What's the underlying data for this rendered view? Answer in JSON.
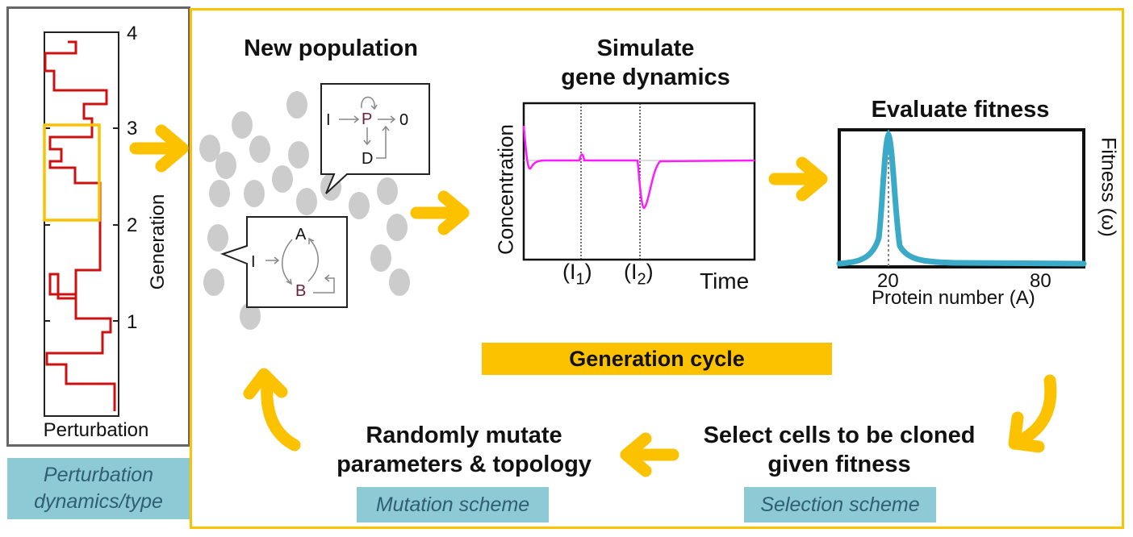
{
  "left_panel": {
    "xlabel": "Perturbation",
    "ylabel": "Generation",
    "ticks": [
      "1",
      "2",
      "3",
      "4"
    ],
    "tag": "Perturbation dynamics/type"
  },
  "population": {
    "title": "New population",
    "network1": {
      "input": "I",
      "p": "P",
      "zero": "0",
      "d": "D"
    },
    "network2": {
      "input": "I",
      "a": "A",
      "b": "B"
    }
  },
  "simulate": {
    "title_line1": "Simulate",
    "title_line2": "gene dynamics",
    "ylabel": "Concentration",
    "xlabel": "Time",
    "mark1": "(I",
    "mark1_sub": "1",
    "mark2": "(I",
    "mark2_sub": "2",
    "close": ")"
  },
  "fitness": {
    "title": "Evaluate fitness",
    "ylabel": "Fitness (ω)",
    "xlabel": "Protein number (A)",
    "tick1": "20",
    "tick2": "80"
  },
  "cycle": {
    "label": "Generation cycle"
  },
  "select": {
    "title_line1": "Select cells to be cloned",
    "title_line2": "given fitness",
    "tag": "Selection scheme"
  },
  "mutate": {
    "title_line1": "Randomly mutate",
    "title_line2": "parameters & topology",
    "tag": "Mutation scheme"
  },
  "colors": {
    "accent": "#fcc200",
    "trace": "#ff1bff",
    "perturbation": "#cc1111",
    "fitness_curve": "#3aaac8",
    "tag": "#8ec9d6",
    "cell": "#cccccc"
  }
}
